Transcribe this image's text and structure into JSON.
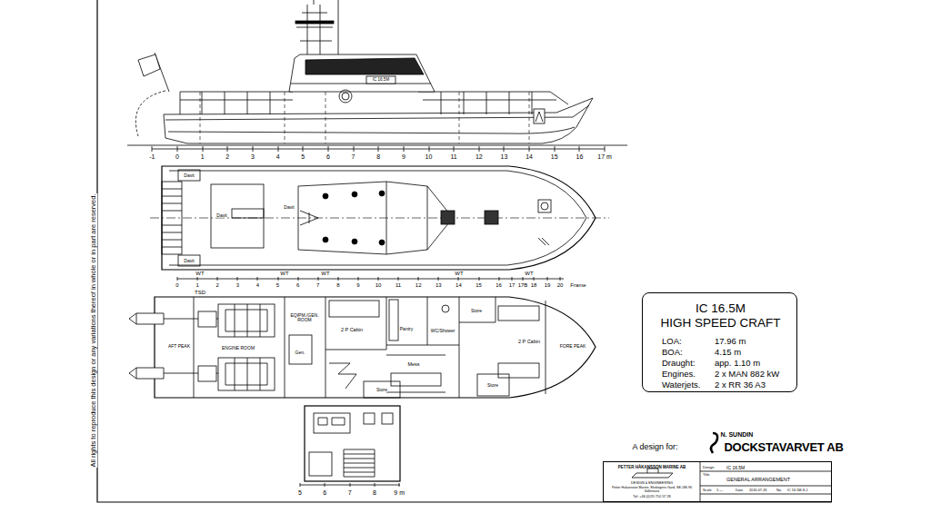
{
  "diagram": {
    "nodes": [
      {
        "text": [
          "IC 16.5M",
          "HIGH SPEED CRAFT",
          "LOA:",
          "17.96 m",
          "BOA:",
          "4.15 m",
          "Draught:",
          "app. 1.10 m",
          "Engines.",
          "2 x MAN 882 kW",
          "Waterjets.",
          "2 x RR 36 A3"
        ]
      },
      {
        "text": [
          "PETTER HÅKANSSON MARINE AB",
          "DESIGN & ENGINEERING",
          "Petter Håkansson Marine, Ekskogens Gård, SE-186 96 Vallentuna",
          "Tel: +46 (0)70 710 57 28",
          "Design",
          "IC 16.5M",
          "Title",
          "GENERAL ARRANGEMENT",
          "Scale",
          "1:—",
          "Date",
          "2016-07-26",
          "No.",
          "IC 16.5M-S-1"
        ]
      }
    ],
    "labels": [
      "-1",
      "0",
      "1",
      "2",
      "3",
      "4",
      "5",
      "6",
      "7",
      "8",
      "9",
      "10",
      "11",
      "12",
      "13",
      "14",
      "15",
      "16",
      "17 m",
      "IC 16.5M",
      "0",
      "1",
      "2",
      "3",
      "4",
      "5",
      "6",
      "7",
      "8",
      "9",
      "10",
      "11",
      "12",
      "13",
      "14",
      "15",
      "16",
      "17",
      "17B",
      "18",
      "19",
      "20",
      "Frame",
      "WT",
      "WT",
      "WT",
      "WT",
      "WT",
      "TSD",
      "Davit",
      "Davit",
      "Davit",
      "Davit",
      "AFT PEAK",
      "ENGINE ROOM",
      "EQIPM./GEN. ROOM",
      "Gen.",
      "2 P Cabin",
      "Pantry",
      "WC/Shower",
      "Store",
      "Mess",
      "Store",
      "2 P Cabin",
      "FORE PEAK",
      "Store",
      "5",
      "6",
      "7",
      "8",
      "9 m",
      "A design for:",
      "N. SUNDIN",
      "DOCKSTAVARVET AB",
      "All rights to reproduce this design or any variations thereof in whole or in part are reserved."
    ]
  }
}
